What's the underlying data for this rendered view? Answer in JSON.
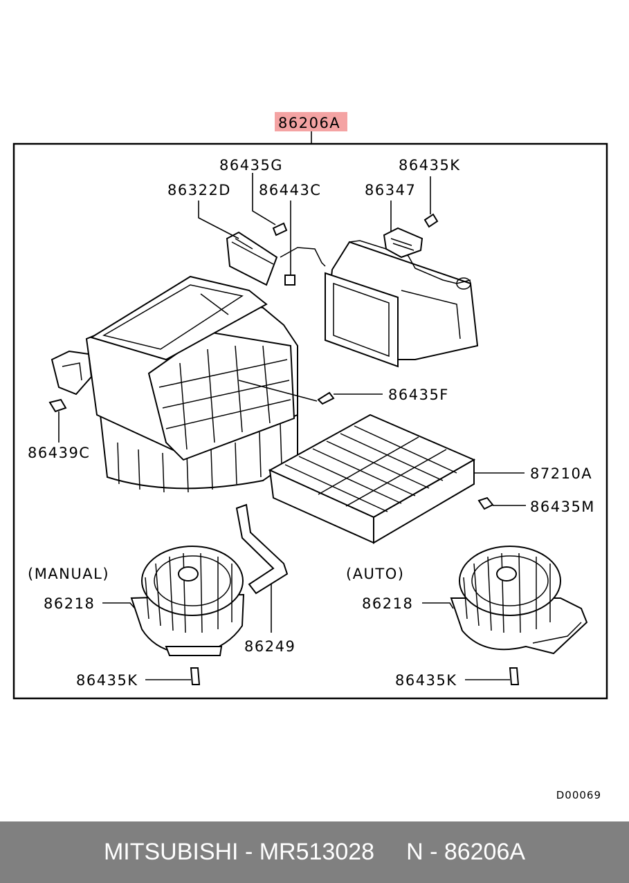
{
  "assembly_label": "86206A",
  "highlight_color": "#f4a3a3",
  "labels": {
    "p86435G": "86435G",
    "p86322D": "86322D",
    "p86443C": "86443C",
    "p86347": "86347",
    "p86435K_top": "86435K",
    "p86435F": "86435F",
    "p86439C": "86439C",
    "p87210A": "87210A",
    "p86435M": "86435M",
    "manual": "(MANUAL)",
    "auto": "(AUTO)",
    "p86218_left": "86218",
    "p86218_right": "86218",
    "p86249": "86249",
    "p86435K_left": "86435K",
    "p86435K_right": "86435K"
  },
  "drawing_code": "D00069",
  "footer": {
    "brand_part": "MITSUBISHI - MR513028",
    "ref": "N - 86206A"
  },
  "footer_color": "#808080"
}
